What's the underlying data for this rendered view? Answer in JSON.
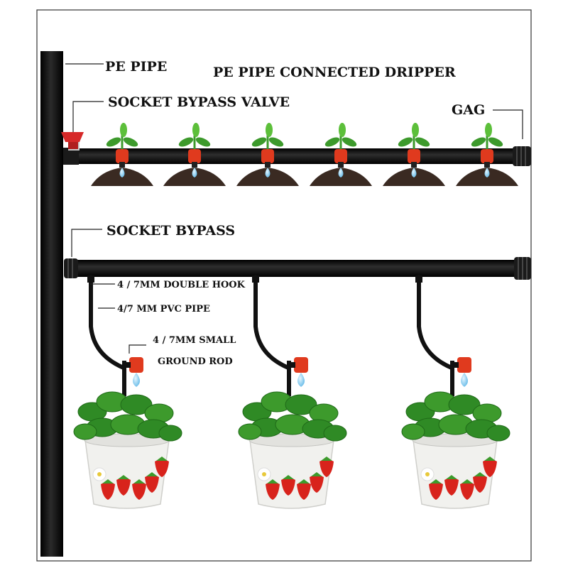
{
  "title": "PE PIPE CONNECTED DRIPPER",
  "labels": {
    "pe_pipe": "PE PIPE",
    "socket_bypass_valve": "SOCKET BYPASS VALVE",
    "gag": "GAG",
    "socket_bypass": "SOCKET BYPASS",
    "double_hook": "4 / 7MM DOUBLE HOOK",
    "pvc_pipe": "4/7 MM PVC PIPE",
    "ground_rod_line1": "4 / 7MM SMALL",
    "ground_rod_line2": "GROUND ROD"
  },
  "colors": {
    "pipe": "#111111",
    "valve": "#d62828",
    "dripper": "#e03a1e",
    "water": "#7cc4ee",
    "soil": "#3a2a22",
    "leaf": "#3d9a2c",
    "pot": "#f1f1ee",
    "strawberry": "#d8231c"
  },
  "upper_row_seedlings": 6,
  "hanging_pots": 3
}
